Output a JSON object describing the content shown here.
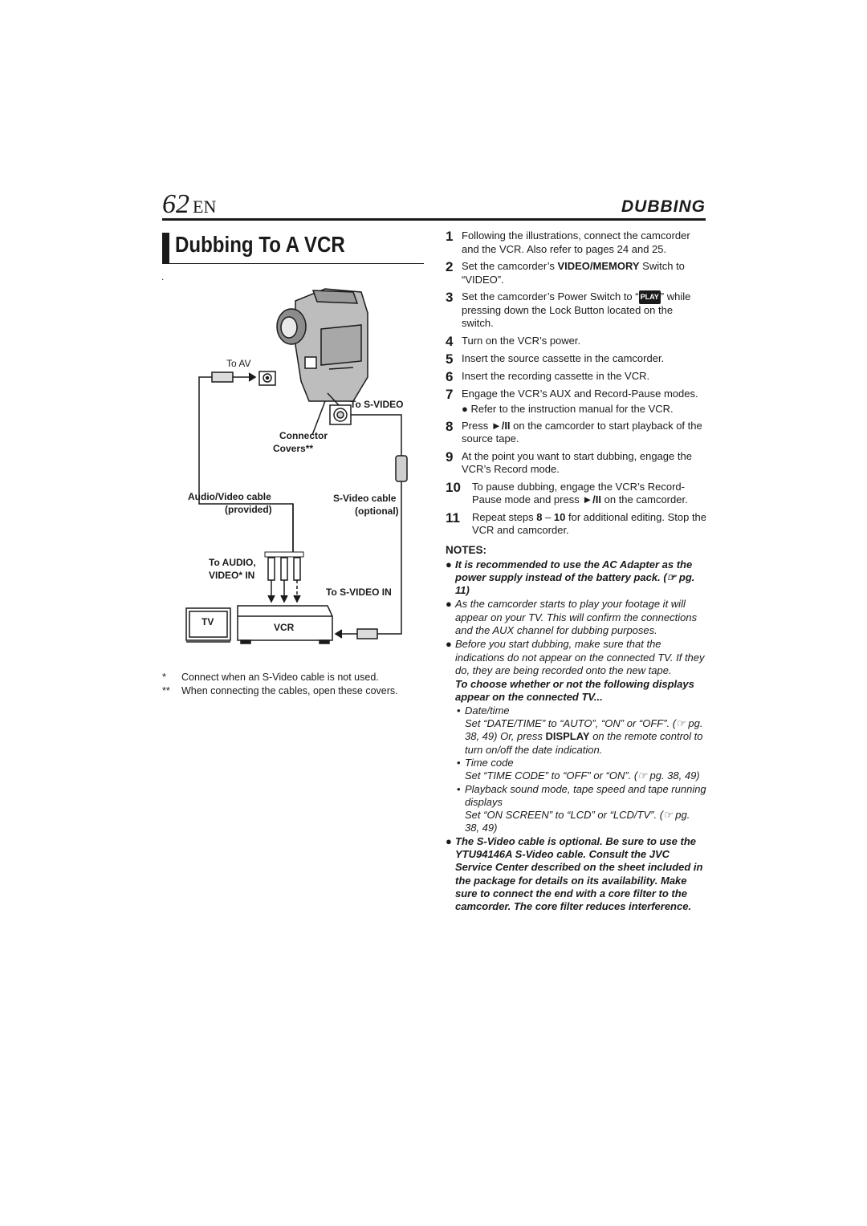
{
  "header": {
    "page_number": "62",
    "lang": "EN",
    "section": "DUBBING"
  },
  "title": "Dubbing To A VCR",
  "stray_dot": ".",
  "diagram": {
    "to_av": "To AV",
    "to_svideo": "To S-VIDEO",
    "connector": "Connector",
    "covers": "Covers**",
    "av_cable": "Audio/Video cable",
    "provided": "(provided)",
    "svideo_cable": "S-Video cable",
    "optional": "(optional)",
    "to_audio": "To AUDIO,",
    "video_in": "VIDEO* IN",
    "to_svideo_in": "To S-VIDEO IN",
    "tv": "TV",
    "vcr": "VCR"
  },
  "footnotes": [
    {
      "mark": "*",
      "text": "Connect when an S-Video cable is not used."
    },
    {
      "mark": "**",
      "text": "When connecting the cables, open these covers."
    }
  ],
  "steps": {
    "s1": "Following the illustrations, connect the camcorder and the VCR. Also refer to pages 24 and 25.",
    "s2a": "Set the camcorder’s ",
    "s2b": "VIDEO/MEMORY",
    "s2c": " Switch to “VIDEO”.",
    "s3a": "Set the camcorder’s Power Switch to “",
    "s3badge": "PLAY",
    "s3b": "” while pressing down the Lock Button located on the switch.",
    "s4": "Turn on the VCR’s power.",
    "s5": "Insert the source cassette in the camcorder.",
    "s6": "Insert the recording cassette in the VCR.",
    "s7": "Engage the VCR’s AUX and Record-Pause modes.",
    "s7sub": "● Refer to the instruction manual for the VCR.",
    "s8a": "Press ",
    "s8key": "►/II",
    "s8b": " on the camcorder to start playback of the source tape.",
    "s9": "At the point you want to start dubbing, engage the VCR’s Record mode.",
    "s10a": "To pause dubbing, engage the VCR’s Record-Pause mode and press ",
    "s10key": "►/II",
    "s10b": " on the camcorder.",
    "s11a": "Repeat steps ",
    "s11b": "8",
    "s11c": " – ",
    "s11d": "10",
    "s11e": " for additional editing. Stop the VCR and camcorder."
  },
  "notes": {
    "heading": "NOTES:",
    "n1": "It is recommended to use the AC Adapter as the power supply instead of the battery pack. (☞ pg. 11)",
    "n2": "As the camcorder starts to play your footage it will appear on your TV. This will confirm the connections and the AUX channel for dubbing purposes.",
    "n3": "Before you start dubbing, make sure that the indications do not appear on the connected TV. If they do, they are being recorded onto the new tape.",
    "choose": "To choose whether or not the following displays appear on the connected TV...",
    "d1": "Date/time",
    "d1a": "Set “DATE/TIME” to “AUTO”, “ON” or “OFF”. (☞ pg. 38, 49) Or, press ",
    "d1b": "DISPLAY",
    "d1c": " on the remote control to turn on/off the date indication.",
    "d2": "Time code",
    "d2a": "Set “TIME CODE” to “OFF” or “ON”. (☞ pg. 38, 49)",
    "d3": "Playback sound mode, tape speed and tape running displays",
    "d3a": "Set “ON SCREEN” to “LCD” or “LCD/TV”. (☞ pg. 38, 49)",
    "n4": "The S-Video cable is optional. Be sure to use the YTU94146A S-Video cable. Consult the JVC Service Center described on the sheet included in the package for details on its availability. Make sure to connect the end with a core filter to the camcorder. The core filter reduces interference."
  }
}
